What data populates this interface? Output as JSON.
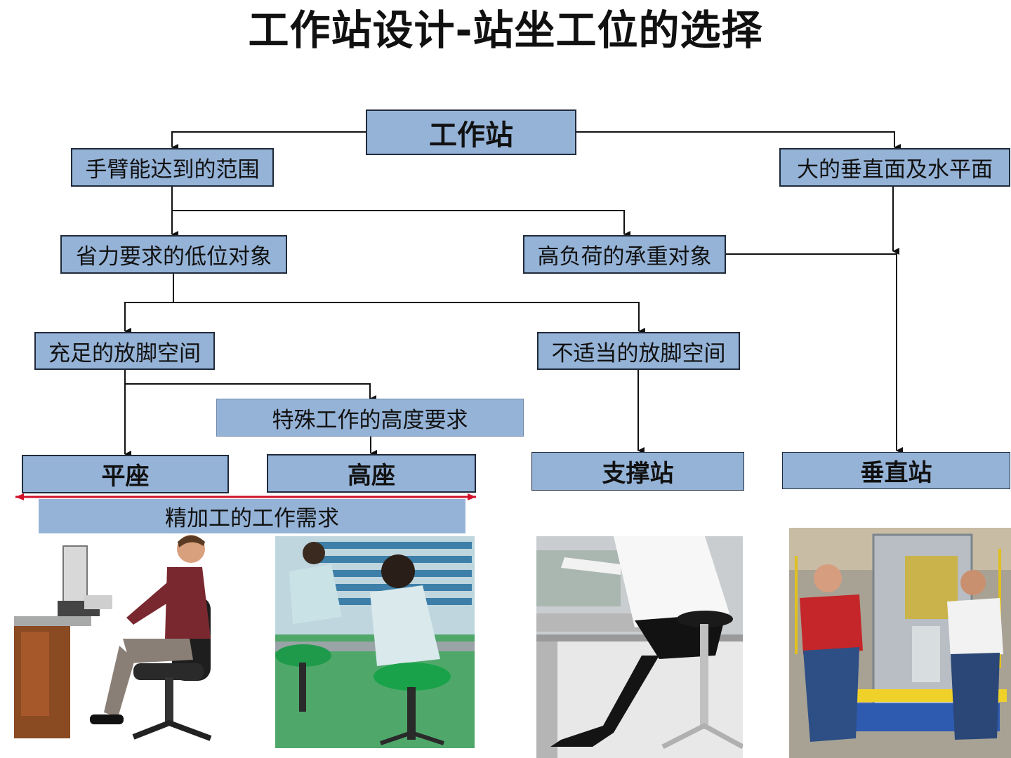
{
  "title": "工作站设计-站坐工位的选择",
  "nodes": {
    "root": "工作站",
    "arm_reach": "手臂能达到的范围",
    "large_plane": "大的垂直面及水平面",
    "low_effort": "省力要求的低位对象",
    "heavy_load": "高负荷的承重对象",
    "ample_legroom": "充足的放脚空间",
    "inadequate_legroom": "不适当的放脚空间",
    "special_height": "特殊工作的高度要求",
    "flat_seat": "平座",
    "high_seat": "高座",
    "support_station": "支撑站",
    "vertical_station": "垂直站",
    "precision_work": "精加工的工作需求"
  },
  "colors": {
    "box_fill": "#95b3d7",
    "box_border": "#1f2a3a",
    "connector": "#111111",
    "range_arrow": "#d0122b"
  },
  "photos": [
    {
      "name": "seated-office-worker-photo"
    },
    {
      "name": "high-seat-assembly-workers-photo"
    },
    {
      "name": "sit-stand-support-photo"
    },
    {
      "name": "vertical-station-workers-photo"
    }
  ]
}
